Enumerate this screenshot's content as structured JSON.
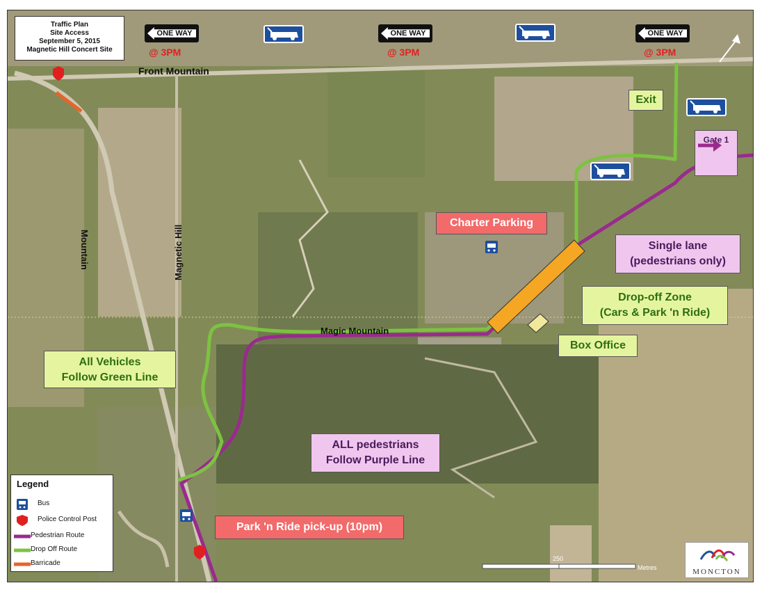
{
  "title_box": {
    "line1": "Traffic Plan",
    "line2": "Site Access",
    "line3": "September 5, 2015",
    "line4": "Magnetic Hill Concert Site"
  },
  "one_way_signs": [
    {
      "label": "ONE WAY",
      "time": "@ 3PM"
    },
    {
      "label": "ONE WAY",
      "time": "@ 3PM"
    },
    {
      "label": "ONE WAY",
      "time": "@ 3PM"
    }
  ],
  "tow_icons": [
    "tow-truck-icon",
    "tow-truck-icon",
    "tow-truck-icon",
    "tow-truck-icon"
  ],
  "roads": {
    "front": "Front Mountain",
    "mountain": "Mountain",
    "magnetic": "Magnetic Hill",
    "magic": "Magic Mountain"
  },
  "labels": {
    "exit": "Exit",
    "gate": "Gate 1",
    "charter": "Charter Parking",
    "single1": "Single lane",
    "single2": "(pedestrians only)",
    "drop1": "Drop-off Zone",
    "drop2": "(Cars & Park 'n Ride)",
    "box_office": "Box Office",
    "vehicles1": "All Vehicles",
    "vehicles2": "Follow Green Line",
    "peds1": "ALL pedestrians",
    "peds2": "Follow Purple Line",
    "park_ride": "Park 'n Ride pick-up (10pm)"
  },
  "legend": {
    "title": "Legend",
    "items": [
      {
        "label": "Bus",
        "icon": "bus-icon"
      },
      {
        "label": "Police Control Post",
        "icon": "police-post-icon"
      },
      {
        "label": "Pedestrian Route",
        "color": "#9a2a8e"
      },
      {
        "label": "Drop Off Route",
        "color": "#7dc242"
      },
      {
        "label": "Barricade",
        "color": "#e8642a"
      }
    ]
  },
  "scale": {
    "value": "250",
    "unit": "Metres"
  },
  "logo": {
    "text": "MONCTON"
  },
  "colors": {
    "pedestrian": "#9a2a8e",
    "dropoff": "#7dc242",
    "barricade": "#e8642a",
    "dropzone": "#f5a623",
    "police": "#e02020",
    "bus": "#1d4f9e"
  }
}
